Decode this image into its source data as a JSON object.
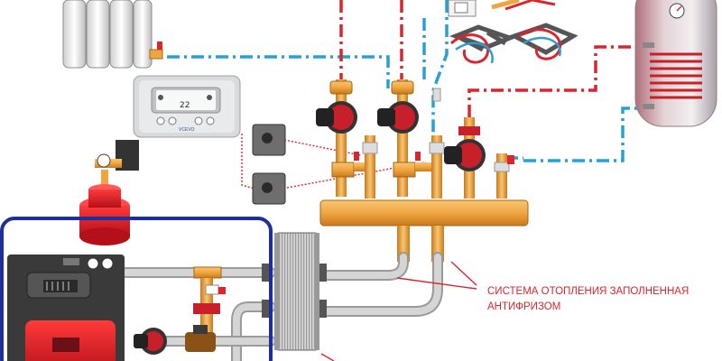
{
  "caption": {
    "line1": "СИСТЕМА ОТОПЛЕНИЯ ЗАПОЛНЕННАЯ",
    "line2": "АНТИФРИЗОМ"
  },
  "controller": {
    "display_value": "22",
    "brand": "VCEVO"
  },
  "colors": {
    "hot_line": "#d8262e",
    "cold_line": "#2a9fd6",
    "boiler_outline": "#1f2f9a",
    "brass": "#f0a640",
    "pump_red": "#c8202a"
  },
  "icons": {
    "radiator": "radiator-icon",
    "thermostat": "thermostat-icon",
    "expansion_tank": "expansion-tank-icon",
    "boiler": "boiler-icon",
    "heat_exchanger": "plate-heat-exchanger-icon",
    "water_heater": "water-heater-tank-icon",
    "underfloor": "underfloor-loop-icon",
    "pump": "circulation-pump-icon",
    "manifold": "manifold-icon",
    "actuator": "servo-actuator-icon"
  }
}
